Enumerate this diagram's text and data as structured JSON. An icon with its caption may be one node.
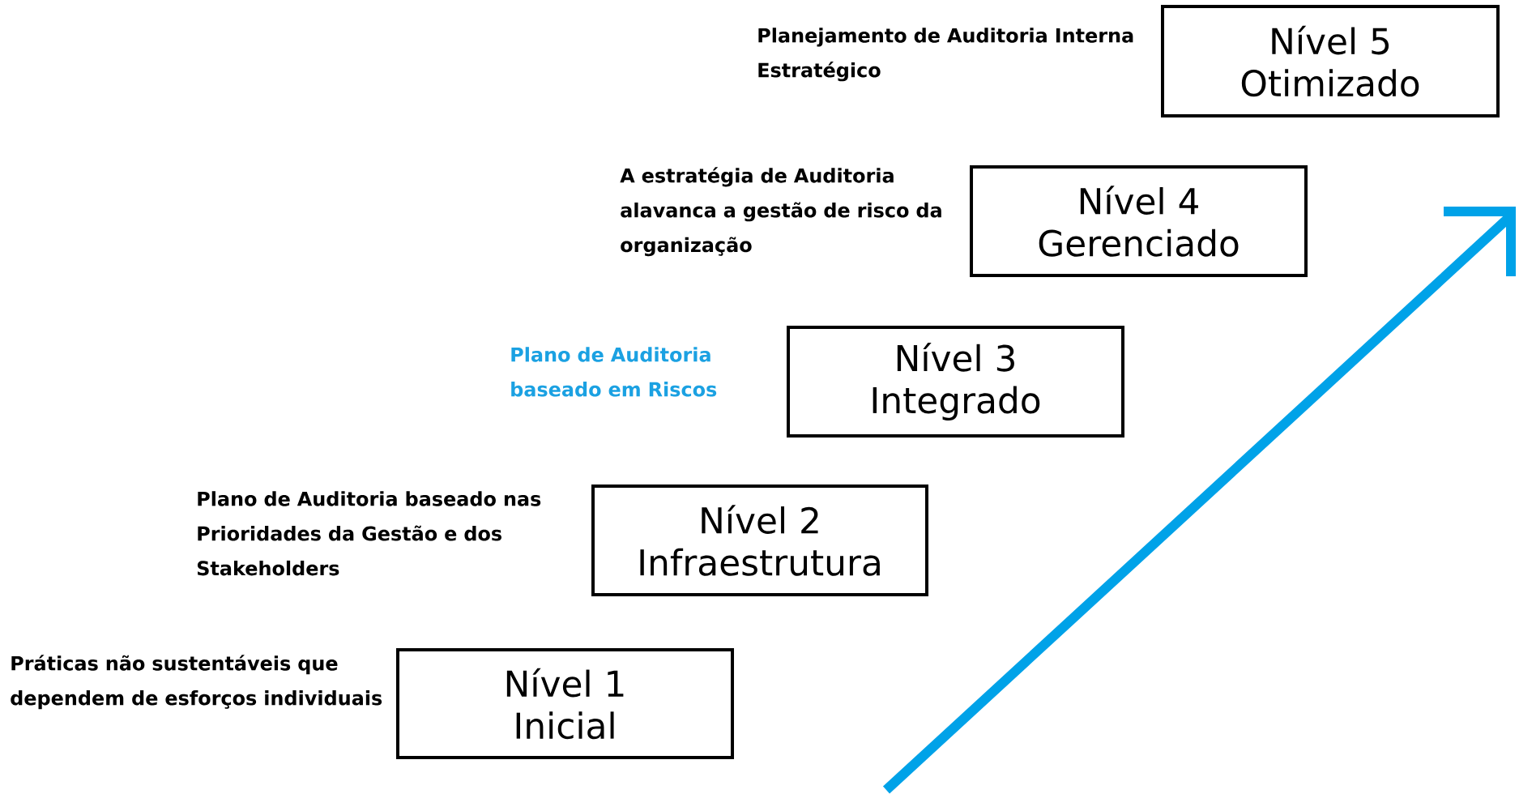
{
  "diagram": {
    "nodes": [
      {
        "text": [
          "Nível 1",
          "Inicial"
        ],
        "beside": [
          "Práticas não sustentáveis que dependem de esforços individuais"
        ]
      },
      {
        "text": [
          "Nível 2",
          "Infraestrutura"
        ],
        "beside": [
          "Plano de Auditoria baseado nas Prioridades da Gestão e dos Stakeholders"
        ]
      },
      {
        "text": [
          "Nível 3",
          "Integrado"
        ],
        "beside": [
          "Plano de Auditoria baseado em Riscos"
        ]
      },
      {
        "text": [
          "Nível 4",
          "Gerenciado"
        ],
        "beside": [
          "A estratégia de Auditoria alavanca a gestão de risco da organização"
        ]
      },
      {
        "text": [
          "Nível 5",
          "Otimizado"
        ],
        "beside": [
          "Planejamento de Auditoria Interna Estratégico"
        ]
      }
    ]
  }
}
